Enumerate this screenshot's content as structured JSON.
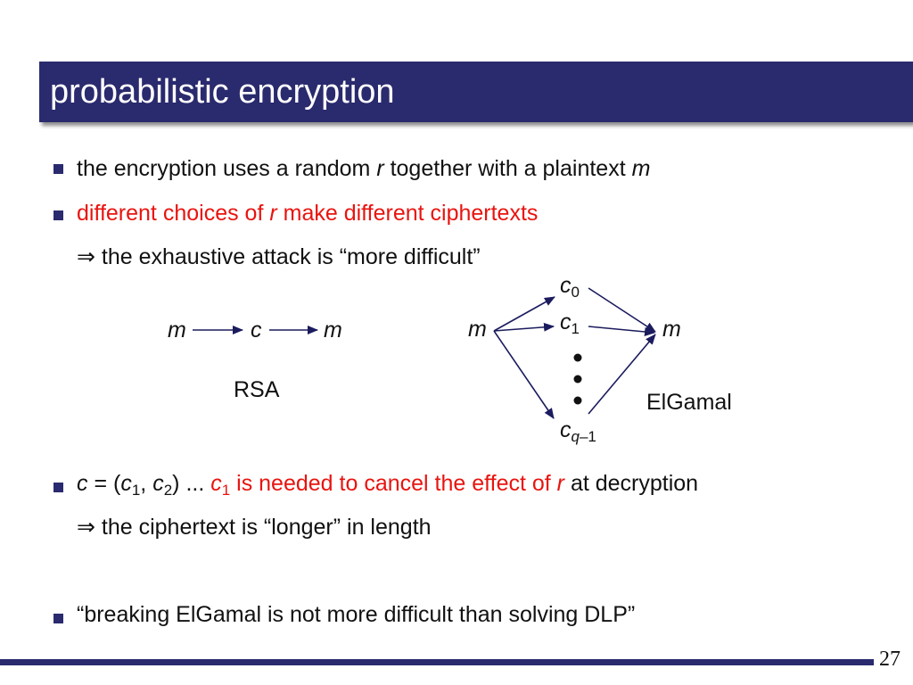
{
  "title": "probabilistic encryption",
  "bullets": {
    "b1": {
      "pre": "the encryption uses a random ",
      "r": "r",
      "mid": " together with a plaintext ",
      "m": "m"
    },
    "b2": {
      "pre": "different choices of ",
      "r": "r",
      "post": " make different ciphertexts"
    },
    "b2_sub": {
      "arrow": "⇒",
      "text": " the exhaustive attack is “more difficult”"
    },
    "b3": {
      "c": "c",
      "eq": " = (",
      "c1": "c",
      "sub1": "1",
      "comma": ", ",
      "c2": "c",
      "sub2": "2",
      "close": ") ... ",
      "c1b": "c",
      "sub1b": "1",
      "red_pre": " is needed to cancel the effect of ",
      "r": "r",
      "post": " at decryption"
    },
    "b3_sub": {
      "arrow": "⇒",
      "text": " the ciphertext is “longer” in length"
    },
    "b4": {
      "text": "“breaking ElGamal is not more difficult than solving DLP”"
    }
  },
  "diagram_rsa": {
    "m1": "m",
    "c": "c",
    "m2": "m",
    "label": "RSA"
  },
  "diagram_elgamal": {
    "m_left": "m",
    "m_right": "m",
    "c0": "c",
    "c0_sub": "0",
    "c1": "c",
    "c1_sub": "1",
    "cq": "c",
    "cq_sub": "q",
    "cq_sub_tail": "–1",
    "label": "ElGamal"
  },
  "page_number": "27",
  "colors": {
    "title_bar": "#2a2a6e",
    "accent_red": "#e8140f",
    "bullet": "#2a2a6e"
  }
}
